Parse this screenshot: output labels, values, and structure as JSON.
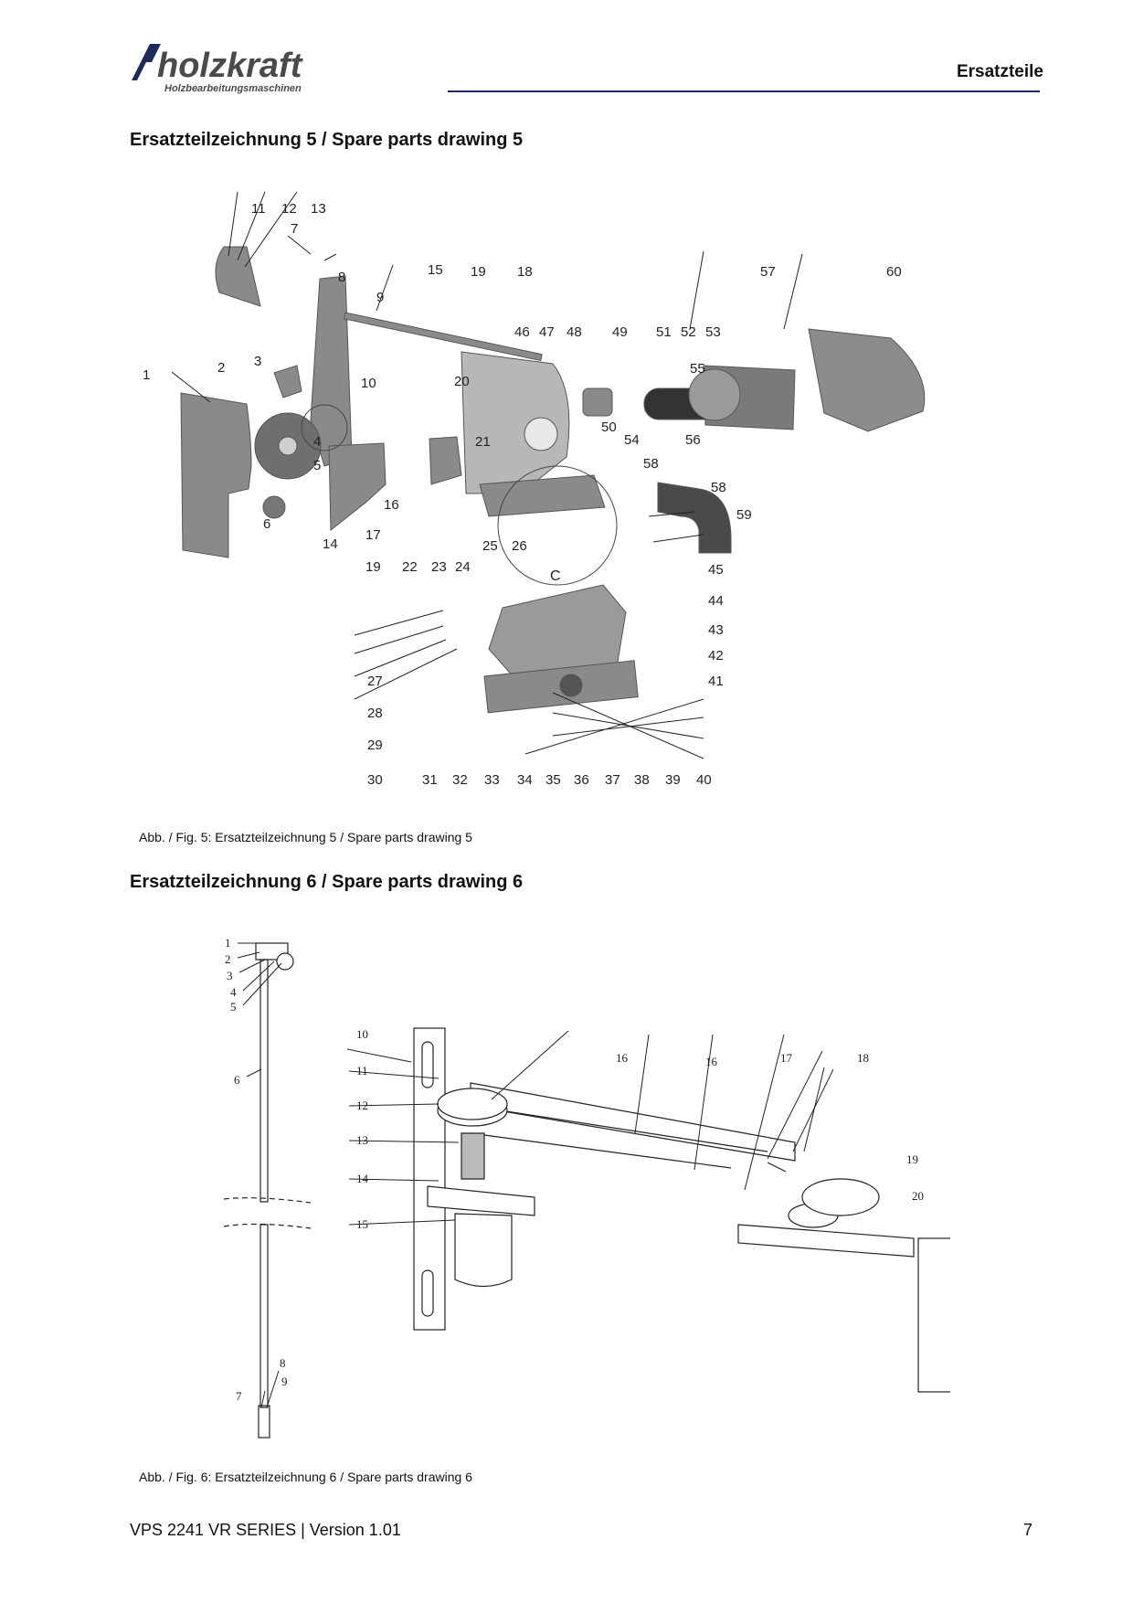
{
  "header": {
    "brand": "holzkraft",
    "tagline": "Holzbearbeitungsmaschinen",
    "section": "Ersatzteile"
  },
  "drawing5": {
    "heading": "Ersatzteilzeichnung 5 / Spare parts drawing 5",
    "caption": "Abb. / Fig. 5: Ersatzteilzeichnung 5 / Spare parts drawing 5",
    "detail_label": "C",
    "callouts": [
      "1",
      "2",
      "3",
      "4",
      "5",
      "6",
      "7",
      "8",
      "9",
      "10",
      "11",
      "12",
      "13",
      "14",
      "15",
      "16",
      "17",
      "18",
      "19",
      "19",
      "20",
      "21",
      "22",
      "23",
      "24",
      "25",
      "26",
      "27",
      "28",
      "29",
      "30",
      "31",
      "32",
      "33",
      "34",
      "35",
      "36",
      "37",
      "38",
      "39",
      "40",
      "41",
      "42",
      "43",
      "44",
      "45",
      "46",
      "47",
      "48",
      "49",
      "50",
      "51",
      "52",
      "53",
      "54",
      "55",
      "56",
      "57",
      "58",
      "58",
      "59",
      "60"
    ]
  },
  "drawing6": {
    "heading": "Ersatzteilzeichnung 6 / Spare parts drawing 6",
    "caption": "Abb. / Fig. 6: Ersatzteilzeichnung 6 / Spare parts drawing 6",
    "callouts": [
      "1",
      "2",
      "3",
      "4",
      "5",
      "6",
      "7",
      "8",
      "9",
      "10",
      "11",
      "12",
      "13",
      "14",
      "15",
      "16",
      "16",
      "17",
      "18",
      "19",
      "20"
    ]
  },
  "footer": {
    "product": "VPS 2241 VR SERIES | Version 1.01",
    "page_number": "7"
  }
}
